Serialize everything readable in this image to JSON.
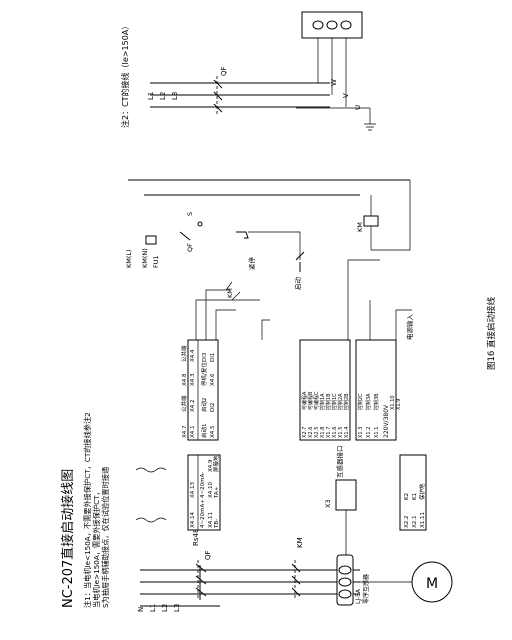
{
  "title": "NC-207直接启动接线图",
  "notes": {
    "note1_line1": "注1：当电机Ie<150A，不需要外接保护CT，CT的接线参注2",
    "note1_line2": "当电机Ie>150A，需要外接保护CT，",
    "note1_line3": "S为抽屉手柄辅助接点，仅在试验位置时接通",
    "note2": "注2：CT的接线（Ie>150A）"
  },
  "caption": "图16 直接启动接线",
  "bus_labels": [
    "N",
    "L1",
    "L2",
    "L3"
  ],
  "note2_bus_labels": [
    "L1",
    "L2",
    "L3"
  ],
  "phase_labels": [
    "W",
    "V",
    "U"
  ],
  "control_labels": {
    "kml": "KM(L)",
    "kmn": "KM(N)",
    "fu": "FU1",
    "qf_aux": "QF",
    "s": "S",
    "estop": "紧停",
    "start": "启动",
    "km": "KM"
  },
  "component_labels": {
    "qf_main": "QF",
    "km_main": "KM",
    "qf_ct": "QF",
    "motor": "M",
    "ct_sensor": "LJ-5A",
    "ct_sensor_sub": "零序互感器",
    "x3": "X3",
    "x3_label": "互感器接口",
    "pe": "PE",
    "rs485": "Rs485",
    "km_relay": "KM"
  },
  "left_block": [
    {
      "pin": "X4.14",
      "label": "4~20mA+"
    },
    {
      "pin": "X4.13",
      "label": "4~20mA-"
    },
    {
      "pin": "X4.11",
      "label": "TB-"
    },
    {
      "pin": "X4.10",
      "label": "TA+"
    },
    {
      "pin": "X4.9",
      "label": "屏蔽地"
    }
  ],
  "mid_block": [
    {
      "pin": "X2.2",
      "label": "K2"
    },
    {
      "pin": "X2.1",
      "label": "K1"
    },
    {
      "pin": "X1.11",
      "label": "保护地"
    }
  ],
  "right_top_block": [
    {
      "pin": "X4.1",
      "label": "启动1"
    },
    {
      "pin": "X4.2",
      "label": "启动2"
    },
    {
      "pin": "X4.3",
      "label": "停机/复位"
    },
    {
      "pin": "X4.4",
      "label": "DI3"
    },
    {
      "pin": "X4.5",
      "label": "DI2"
    },
    {
      "pin": "X4.6",
      "label": "DI1"
    },
    {
      "pin": "X4.7",
      "label": "公共端"
    },
    {
      "pin": "X4.8",
      "label": "公共端"
    }
  ],
  "right_bottom_block": [
    {
      "pin": "X2.7",
      "label": "可编程A"
    },
    {
      "pin": "X2.6",
      "label": "可编程B"
    },
    {
      "pin": "X2.5",
      "label": "可编程C"
    },
    {
      "pin": "X1.8",
      "label": "控制1A"
    },
    {
      "pin": "X1.7",
      "label": "控制1B"
    },
    {
      "pin": "X1.6",
      "label": "控制1C"
    },
    {
      "pin": "X1.5",
      "label": "控制2A"
    },
    {
      "pin": "X1.4",
      "label": "控制2B"
    },
    {
      "pin": "X1.3",
      "label": "控制2C"
    },
    {
      "pin": "X1.2",
      "label": "控制3A"
    },
    {
      "pin": "X1.1",
      "label": "控制3B"
    }
  ],
  "power_block": {
    "voltage": "220V/380V",
    "pin_a": "X1.10",
    "pin_b": "X1.9",
    "power_in": "电源输入"
  }
}
